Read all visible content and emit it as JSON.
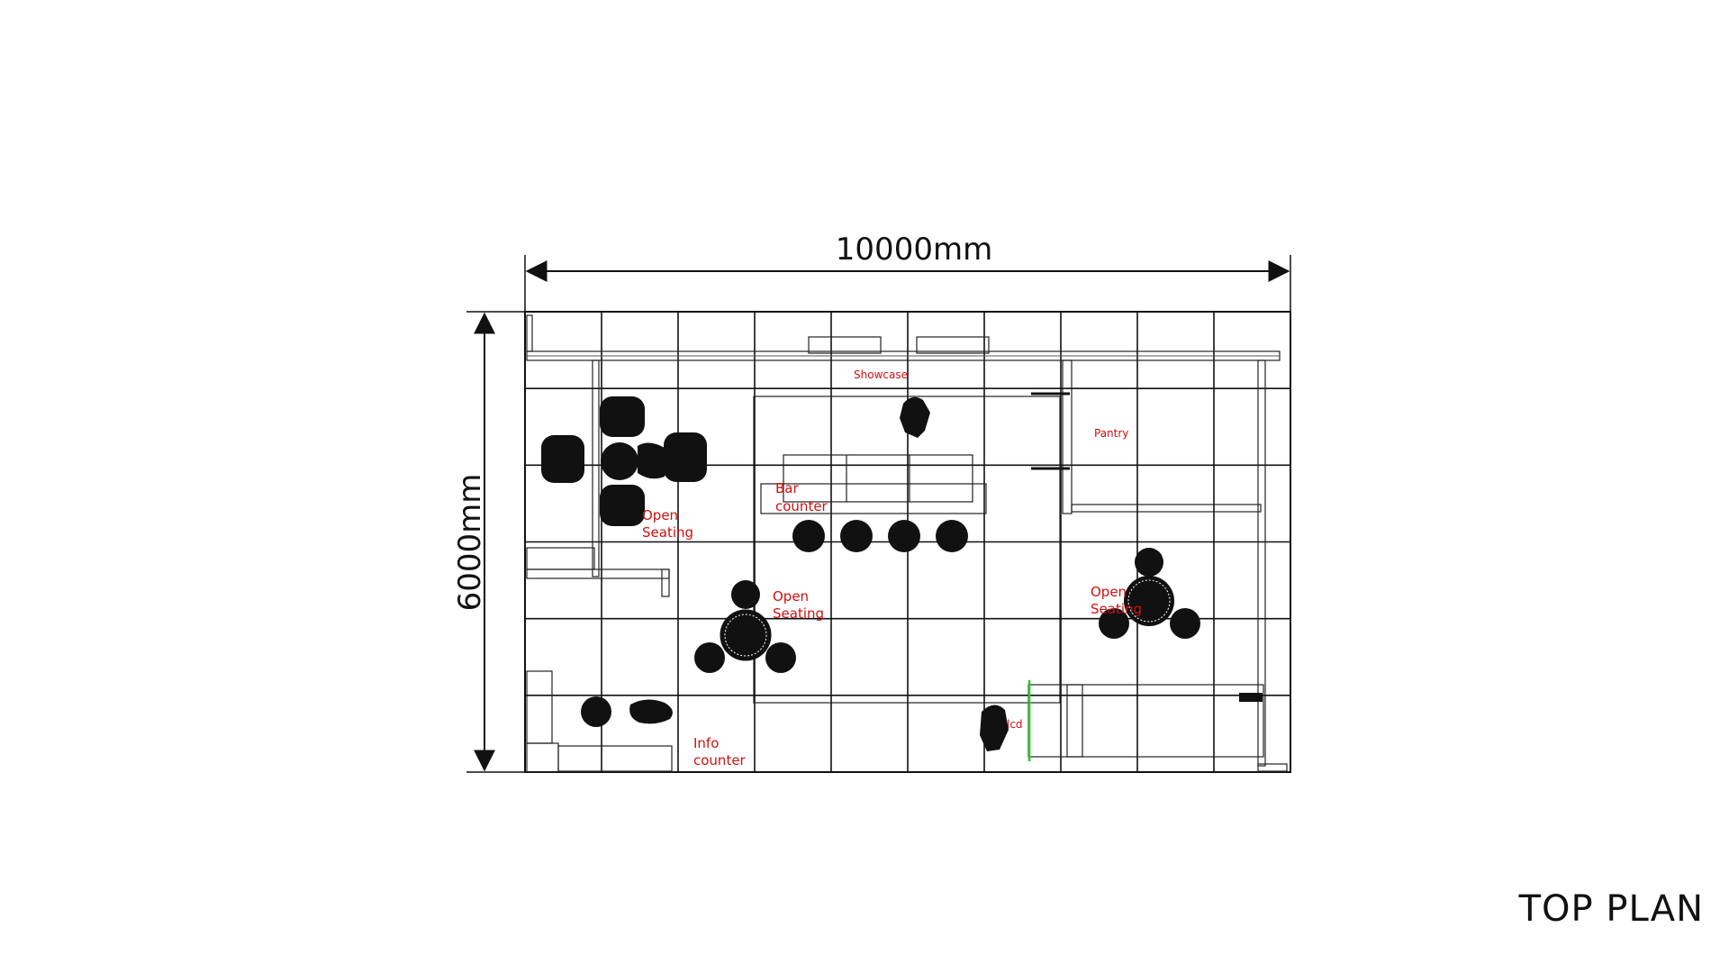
{
  "dimensions": {
    "width_label": "10000mm",
    "height_label": "6000mm"
  },
  "labels": {
    "showcase": "Showcase",
    "pantry": "Pantry",
    "bar_counter_line1": "Bar",
    "bar_counter_line2": "counter",
    "open_seating_left_line1": "Open",
    "open_seating_left_line2": "Seating",
    "open_seating_center_line1": "Open",
    "open_seating_center_line2": "Seating",
    "open_seating_right_line1": "Open",
    "open_seating_right_line2": "Seating",
    "info_counter_line1": "Info",
    "info_counter_line2": "counter",
    "lcd": "lcd"
  },
  "title": "TOP PLAN",
  "colors": {
    "line": "#111111",
    "label": "#d01010",
    "lcd_marker": "#22cc22"
  }
}
